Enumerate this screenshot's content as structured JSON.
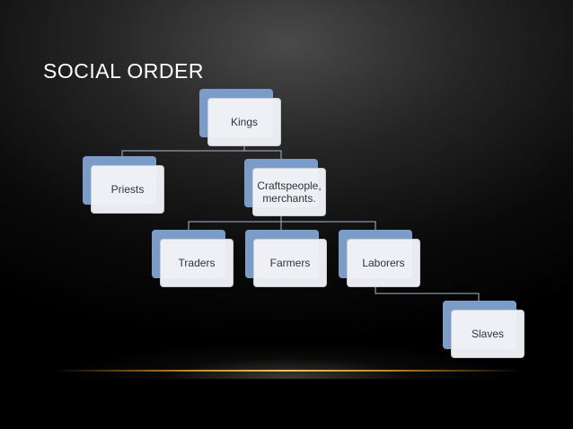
{
  "slide": {
    "title": "SOCIAL ORDER"
  },
  "diagram": {
    "nodes": {
      "kings": "Kings",
      "priests": "Priests",
      "craftspeople": "Craftspeople, merchants.",
      "traders": "Traders",
      "farmers": "Farmers",
      "laborers": "Laborers",
      "slaves": "Slaves"
    },
    "edges": [
      [
        "kings",
        "priests"
      ],
      [
        "kings",
        "craftspeople"
      ],
      [
        "craftspeople",
        "traders"
      ],
      [
        "craftspeople",
        "farmers"
      ],
      [
        "craftspeople",
        "laborers"
      ],
      [
        "laborers",
        "slaves"
      ]
    ],
    "colors": {
      "box_back": "#7a9cc6",
      "box_front": "#f2f4f8",
      "connector": "#a9b8cc",
      "accent_line": "#f2c060"
    }
  }
}
